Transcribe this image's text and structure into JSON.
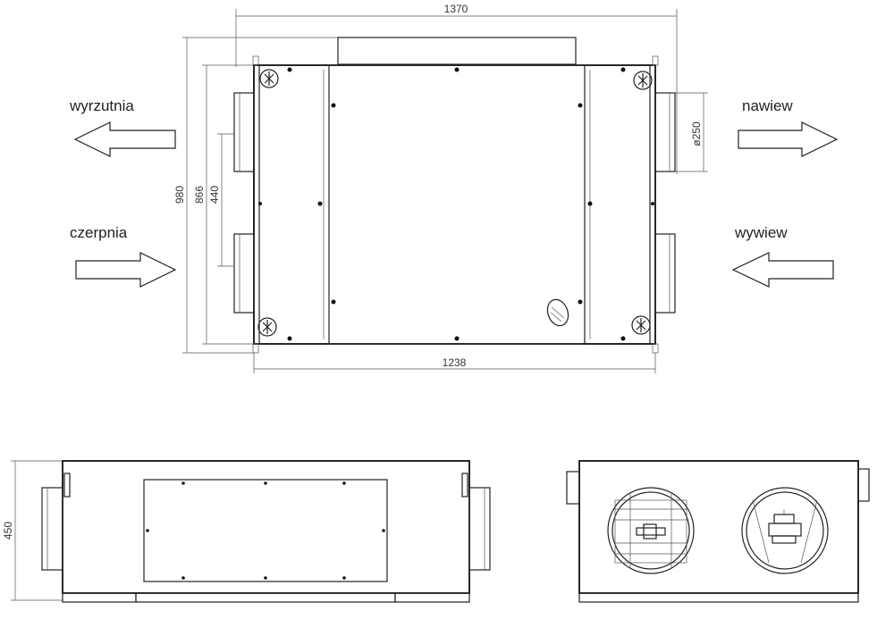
{
  "flows": {
    "exhaust_out": "wyrzutnia",
    "supply": "nawiew",
    "fresh_intake": "czerpnia",
    "extract": "wywiew"
  },
  "dimensions": {
    "overall_width": "1370",
    "body_width": "1238",
    "total_depth": "980",
    "body_depth": "866",
    "spigot_spacing": "440",
    "duct_diameter": "ø250",
    "height": "450"
  },
  "brand_logo": "logo-emblem",
  "colors": {
    "line": "#222222",
    "background": "#ffffff"
  }
}
